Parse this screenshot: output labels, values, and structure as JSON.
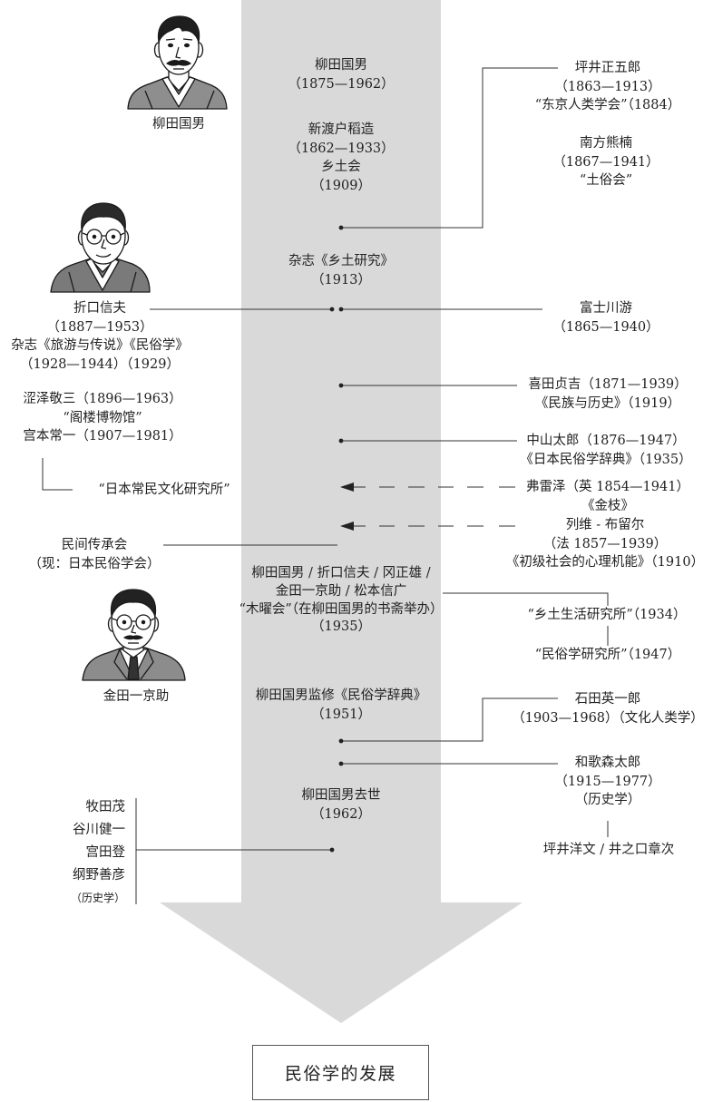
{
  "diagram_title": "民俗学的发展",
  "colors": {
    "timeline_band": "#d9d9d9",
    "line": "#333333",
    "text": "#222222"
  },
  "center": {
    "yanagita": {
      "name": "柳田国男",
      "years": "（1875—1962）"
    },
    "nitobe": {
      "name": "新渡户稻造",
      "years": "（1862—1933）",
      "society": "乡土会",
      "society_year": "（1909）"
    },
    "kyodo_kenkyu": {
      "title": "杂志《乡土研究》",
      "year": "（1913）"
    },
    "mokuyokai": {
      "members_1": "柳田国男 / 折口信夫 / 冈正雄 /",
      "members_2": "金田一京助 / 松本信广",
      "name": "“木曜会”（在柳田国男的书斋举办）",
      "year": "（1935）"
    },
    "dictionary": {
      "title": "柳田国男监修《民俗学辞典》",
      "year": "（1951）"
    },
    "death": {
      "event": "柳田国男去世",
      "year": "（1962）"
    }
  },
  "left": {
    "yanagita_caption": "柳田国男",
    "orikuchi": {
      "name": "折口信夫",
      "years": "（1887—1953）",
      "journals": "杂志《旅游与传说》《民俗学》",
      "journal_years": "（1928—1944）（1929）"
    },
    "shibusawa": {
      "name": "涩泽敬三（1896—1963）",
      "museum": "“阁楼博物馆”",
      "miyamoto": "宫本常一（1907—1981）"
    },
    "jomin_institute": "“日本常民文化研究所”",
    "minkan_denshokai": {
      "name": "民间传承会",
      "current": "（现：日本民俗学会）"
    },
    "kindaichi_caption": "金田一京助",
    "later_scholars": [
      "牧田茂",
      "谷川健一",
      "宫田登",
      "纲野善彦"
    ],
    "later_scholars_note": "（历史学）"
  },
  "right": {
    "tsuboi_shogoro": {
      "name": "坪井正五郎",
      "years": "（1863—1913）",
      "society": "“东京人类学会”（1884）"
    },
    "minakata": {
      "name": "南方熊楠",
      "years": "（1867—1941）",
      "society": "“土俗会”"
    },
    "fujikawa": {
      "name": "富士川游",
      "years": "（1865—1940）"
    },
    "kita": {
      "name": "喜田贞吉（1871—1939）",
      "journal": "《民族与历史》（1919）"
    },
    "nakayama": {
      "name": "中山太郎（1876—1947）",
      "book": "《日本民俗学辞典》（1935）"
    },
    "frazer": {
      "name": "弗雷泽（英 1854—1941）",
      "book": "《金枝》"
    },
    "levy_bruhl": {
      "name": "列维 - 布留尔",
      "years": "（法 1857—1939）",
      "book": "《初级社会的心理机能》（1910）"
    },
    "kyodo_seikatsu_institute": "“乡土生活研究所”（1934）",
    "folklore_institute": "“民俗学研究所”（1947）",
    "ishida": {
      "name": "石田英一郎",
      "years": "（1903—1968）（文化人类学）"
    },
    "wakamori": {
      "name": "和歌森太郎",
      "years": "（1915—1977）",
      "field": "（历史学）"
    },
    "successors": "坪井洋文 / 井之口章次"
  }
}
